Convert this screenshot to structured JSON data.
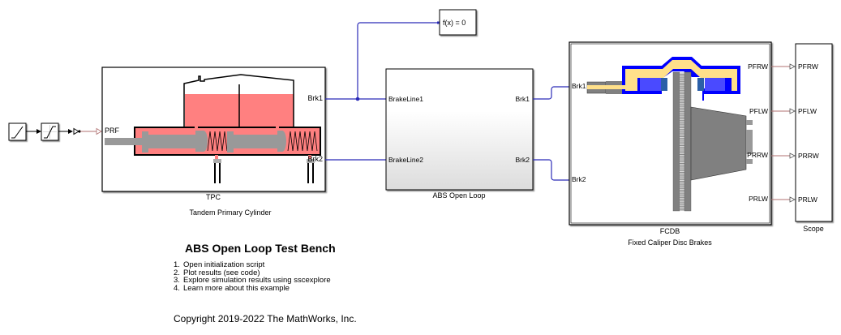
{
  "diagram": {
    "title": "ABS Open Loop Test Bench",
    "source_blocks": {
      "ramp_icon": "ramp-icon",
      "saturation_icon": "saturation-icon",
      "converter_icon": "ps-converter-icon"
    },
    "tpc": {
      "name": "TPC",
      "description": "Tandem Primary Cylinder",
      "ports": {
        "input": "PRF",
        "out1": "Brk1",
        "out2": "Brk2"
      },
      "colors": {
        "fluid": "#ff8080",
        "piston": "#999999",
        "outline": "#000000"
      }
    },
    "solver": {
      "label": "f(x) = 0"
    },
    "abs": {
      "name": "ABS Open Loop",
      "ports": {
        "in1": "BrakeLine1",
        "in2": "BrakeLine2",
        "out1": "Brk1",
        "out2": "Brk2"
      }
    },
    "fcdb": {
      "name": "FCDB",
      "description": "Fixed Caliper Disc Brakes",
      "ports": {
        "in1": "Brk1",
        "in2": "Brk2",
        "out1": "PFRW",
        "out2": "PFLW",
        "out3": "PRRW",
        "out4": "PRLW"
      },
      "colors": {
        "caliper": "#0000ff",
        "fluid": "#ffe08a",
        "piston": "#4a4aff",
        "disc": "#808080"
      }
    },
    "scope": {
      "name": "Scope",
      "ports": [
        "PFRW",
        "PFLW",
        "PRRW",
        "PRLW"
      ]
    },
    "colors": {
      "hydraulic_line": "#2b2bb8",
      "physical_signal_line": "#b07070"
    }
  },
  "annotation": {
    "heading": "ABS Open Loop Test Bench",
    "links": [
      {
        "num": "1.",
        "text": "Open initialization script"
      },
      {
        "num": "2.",
        "text": "Plot results (see code)"
      },
      {
        "num": "3.",
        "text": "Explore simulation results using sscexplore"
      },
      {
        "num": "4.",
        "text": "Learn more about this example"
      }
    ],
    "copyright": "Copyright 2019-2022 The MathWorks, Inc."
  }
}
